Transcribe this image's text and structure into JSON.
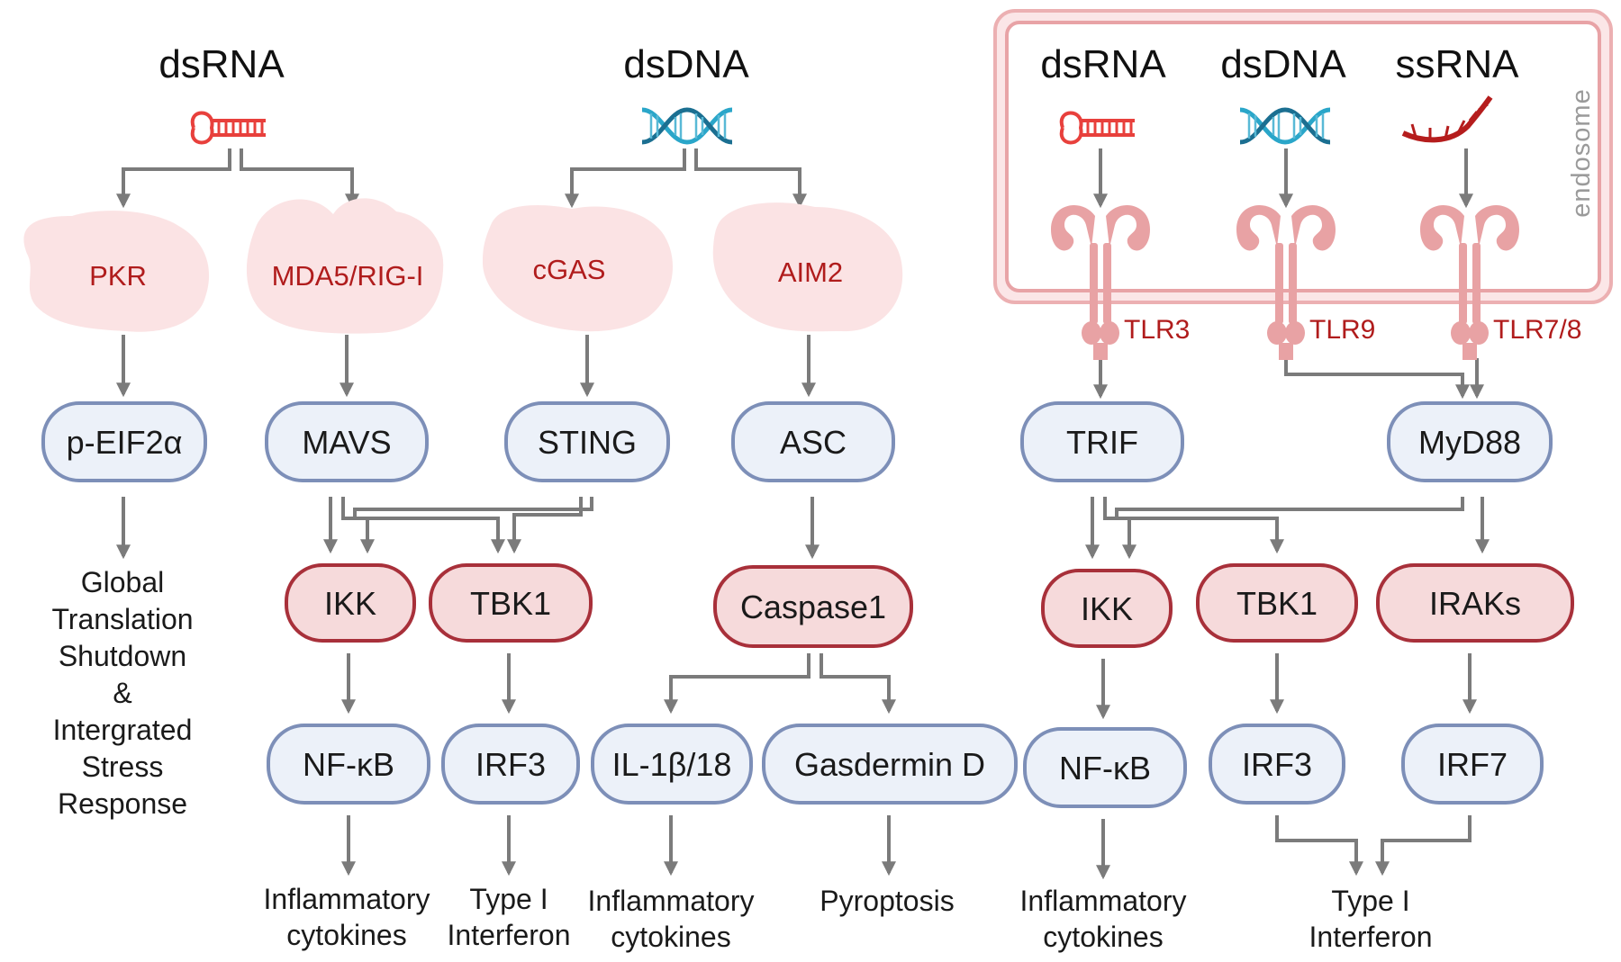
{
  "ligands": {
    "cyto_dsrna": "dsRNA",
    "cyto_dsdna": "dsDNA",
    "endo_dsrna": "dsRNA",
    "endo_dsdna": "dsDNA",
    "endo_ssrna": "ssRNA"
  },
  "endosome_label": "endosome",
  "sensors": {
    "pkr": "PKR",
    "mda5": "MDA5/RIG-I",
    "cgas": "cGAS",
    "aim2": "AIM2"
  },
  "tlrs": {
    "tlr3": "TLR3",
    "tlr9": "TLR9",
    "tlr78": "TLR7/8"
  },
  "adaptors": {
    "peif2a": "p-EIF2α",
    "mavs": "MAVS",
    "sting": "STING",
    "asc": "ASC",
    "trif": "TRIF",
    "myd88": "MyD88"
  },
  "kinases": {
    "ikk_left": "IKK",
    "tbk1_left": "TBK1",
    "caspase1": "Caspase1",
    "ikk_right": "IKK",
    "tbk1_right": "TBK1",
    "iraks": "IRAKs"
  },
  "effectors": {
    "nfkb_left": "NF-κB",
    "irf3_left": "IRF3",
    "il1b": "IL-1β/18",
    "gasdermin": "Gasdermin D",
    "nfkb_right": "NF-κB",
    "irf3_right": "IRF3",
    "irf7": "IRF7"
  },
  "outcomes": {
    "pkr_out": [
      "Global",
      "Translation",
      "Shutdown",
      "&",
      "Intergrated",
      "Stress",
      "Response"
    ],
    "inflam1": [
      "Inflammatory",
      "cytokines"
    ],
    "ifn1": [
      "Type I",
      "Interferon"
    ],
    "inflam2": [
      "Inflammatory",
      "cytokines"
    ],
    "pyro": [
      "Pyroptosis"
    ],
    "inflam3": [
      "Inflammatory",
      "cytokines"
    ],
    "ifn2": [
      "Type I",
      "Interferon"
    ]
  },
  "colors": {
    "adaptor_fill": "#ecf1f9",
    "adaptor_stroke": "#7d8fb8",
    "kinase_fill": "#f6dadb",
    "kinase_stroke": "#a8303a",
    "sensor_text": "#b01c1c",
    "arrow": "#7b7b7b",
    "endosome_border": "#e8a3a6"
  }
}
